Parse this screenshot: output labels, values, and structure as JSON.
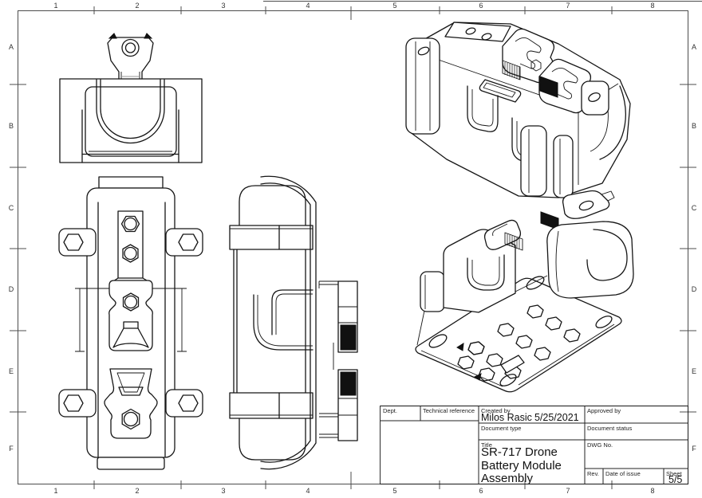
{
  "sheet": {
    "zones": {
      "columns": [
        "1",
        "2",
        "3",
        "4",
        "5",
        "6",
        "7",
        "8"
      ],
      "rows": [
        "A",
        "B",
        "C",
        "D",
        "E",
        "F"
      ]
    },
    "title_block": {
      "dept_label": "Dept.",
      "technical_reference_label": "Technical reference",
      "created_by_label": "Created by",
      "created_by": "Milos Rasic",
      "created_date": "5/25/2021",
      "approved_by_label": "Approved by",
      "document_type_label": "Document type",
      "document_status_label": "Document status",
      "title_label": "Title",
      "title": "SR-717 Drone Battery Module Assembly",
      "dwg_no_label": "DWG No.",
      "rev_label": "Rev.",
      "date_of_issue_label": "Date of issue",
      "sheet_label": "Sheet",
      "sheet_value": "5/5"
    },
    "colors": {
      "ink": "#1a1a1a",
      "frame": "#4d4d4d",
      "paper": "#ffffff"
    }
  }
}
